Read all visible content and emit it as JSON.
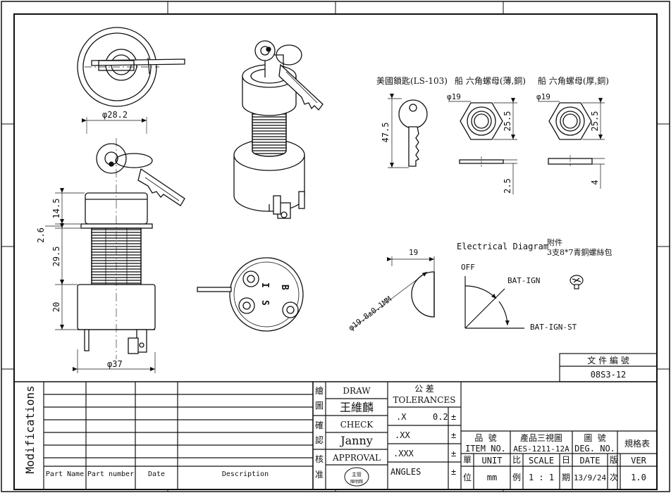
{
  "front_view": {
    "dim_width": "φ28.2"
  },
  "side_view": {
    "dim_head": "14.5",
    "dim_flange": "2.6",
    "dim_thread": "29.5",
    "dim_body": "20",
    "dim_bottom": "φ37"
  },
  "rear_view": {
    "label_b": "B",
    "label_i": "I",
    "label_s": "S"
  },
  "parts": {
    "key_title": "美國鎖匙(LS-103)",
    "key_length": "47.5",
    "nut_thin_title": "船  六角螺母(薄,銅)",
    "nut_thin_dia": "φ19",
    "nut_thin_across": "25.5",
    "nut_thin_thick": "2.5",
    "nut_thick_title": "船  六角螺母(厚,銅)",
    "nut_thick_dia": "φ19",
    "nut_thick_across": "25.5",
    "nut_thick_thick": "4"
  },
  "cutout": {
    "flat_dim": "19",
    "dia_dim": "φ19.8±0.1MM"
  },
  "electrical": {
    "title": "Electrical Diagram",
    "accessory_line1": "附件",
    "accessory_line2": "3支8*7青銅螺絲包",
    "pos_off": "OFF",
    "pos_ign": "BAT-IGN",
    "pos_st": "BAT-IGN-ST"
  },
  "doc_number": {
    "label": "文  件  編  號",
    "value": "08S3-12"
  },
  "modifications": {
    "title": "Modifications",
    "headers": [
      "Part Name",
      "Part number",
      "Date",
      "Description"
    ]
  },
  "approvals": {
    "draw_chars": [
      "繪",
      "圖"
    ],
    "draw_label": "DRAW",
    "draw_name": "王維麟",
    "check_chars": [
      "確",
      "認"
    ],
    "check_label": "CHECK",
    "check_name": "Janny",
    "approval_chars": [
      "核",
      "准"
    ],
    "approval_label": "APPROVAL",
    "stamp_top": "主管",
    "stamp_bottom": "陳明輝"
  },
  "tolerances": {
    "title_cn": "公  差",
    "title_en": "TOLERANCES",
    "rows": [
      {
        "label": ".X",
        "value": "0.2",
        "sign": "±"
      },
      {
        "label": ".XX",
        "value": "",
        "sign": "±"
      },
      {
        "label": ".XXX",
        "value": "",
        "sign": "±"
      },
      {
        "label": "ANGLES",
        "value": "",
        "sign": "±"
      }
    ]
  },
  "title_block": {
    "item_cn": "品  號",
    "item_en": "ITEM NO.",
    "item_value_cn": "產品三視圖",
    "item_value": "AES-1211-12A",
    "deg_cn": "圖  號",
    "deg_en": "DEG. NO.",
    "spec_cn": "規格表",
    "unit_cn": [
      "單",
      "位"
    ],
    "unit_label": "UNIT",
    "unit_value": "mm",
    "scale_cn": [
      "比",
      "例"
    ],
    "scale_label": "SCALE",
    "scale_value": "1 : 1",
    "date_cn": [
      "日",
      "期"
    ],
    "date_label": "DATE",
    "date_value": "13/9/24",
    "ver_cn": [
      "版",
      "次"
    ],
    "ver_label": "VER",
    "ver_value": "1.0"
  }
}
